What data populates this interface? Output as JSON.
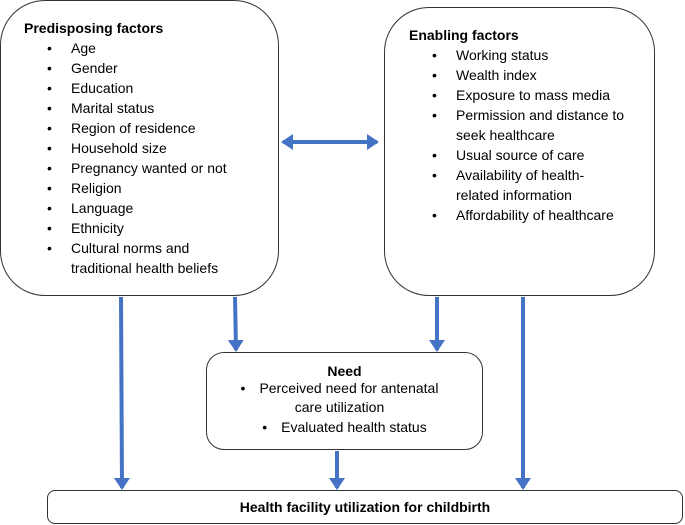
{
  "predisposing": {
    "title": "Predisposing factors",
    "items": [
      "Age",
      "Gender",
      "Education",
      "Marital status",
      "Region of residence",
      "Household size",
      "Pregnancy wanted or not",
      "Religion",
      "Language",
      "Ethnicity",
      "Cultural norms and traditional health beliefs"
    ]
  },
  "enabling": {
    "title": "Enabling factors",
    "items": [
      "Working status",
      "Wealth index",
      "Exposure to mass media",
      "Permission and distance to seek healthcare",
      "Usual source of care",
      "Availability of health-related information",
      "Affordability of healthcare"
    ]
  },
  "need": {
    "title": "Need",
    "items": [
      "Perceived need for antenatal care utilization",
      "Evaluated health status"
    ]
  },
  "outcome": {
    "title": "Health facility utilization for childbirth"
  },
  "colors": {
    "arrow": "#4472C4"
  }
}
